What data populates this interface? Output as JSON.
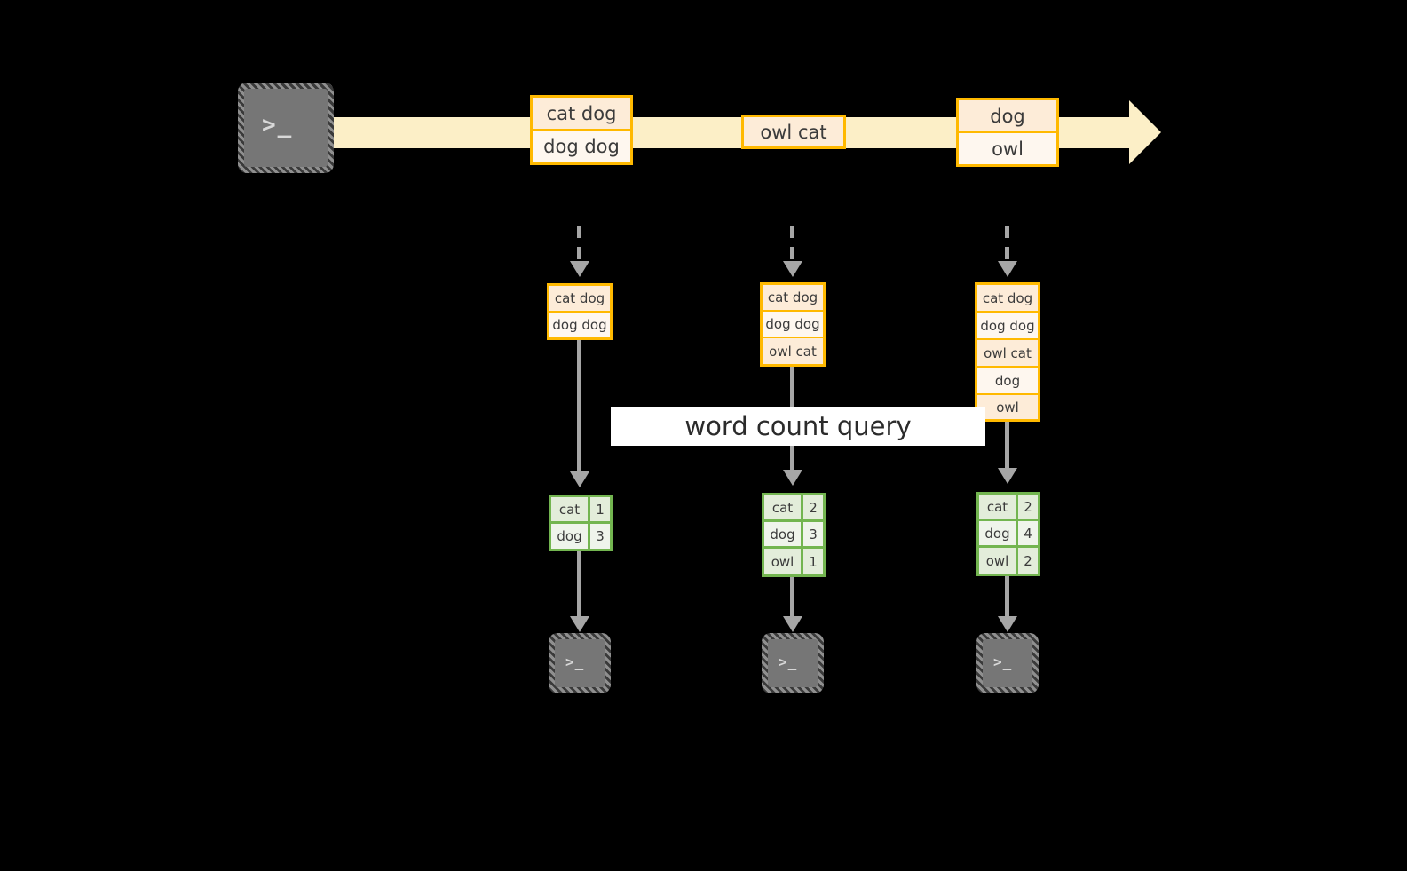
{
  "diagram": {
    "title_label": "word count query",
    "source_icon": "terminal-icon",
    "sink_icon": "terminal-icon",
    "stream": {
      "events": [
        {
          "id": "e1",
          "lines": [
            "cat dog",
            "dog dog"
          ]
        },
        {
          "id": "e2",
          "lines": [
            "owl cat"
          ]
        },
        {
          "id": "e3",
          "lines": [
            "dog",
            "owl"
          ]
        }
      ]
    },
    "snapshots": [
      {
        "id": "s1",
        "lines": [
          "cat dog",
          "dog dog"
        ]
      },
      {
        "id": "s2",
        "lines": [
          "cat dog",
          "dog dog",
          "owl cat"
        ]
      },
      {
        "id": "s3",
        "lines": [
          "cat dog",
          "dog dog",
          "owl cat",
          "dog",
          "owl"
        ]
      }
    ],
    "results": [
      {
        "id": "r1",
        "rows": [
          {
            "word": "cat",
            "count": "1"
          },
          {
            "word": "dog",
            "count": "3"
          }
        ]
      },
      {
        "id": "r2",
        "rows": [
          {
            "word": "cat",
            "count": "2"
          },
          {
            "word": "dog",
            "count": "3"
          },
          {
            "word": "owl",
            "count": "1"
          }
        ]
      },
      {
        "id": "r3",
        "rows": [
          {
            "word": "cat",
            "count": "2"
          },
          {
            "word": "dog",
            "count": "4"
          },
          {
            "word": "owl",
            "count": "2"
          }
        ]
      }
    ],
    "terminal_glyph": ">_",
    "colors": {
      "stream_band": "#FCEFC7",
      "event_border": "#FFB900",
      "event_fill": "#FDECD8",
      "event_fill_alt": "#FEF7EF",
      "result_border": "#73B550",
      "result_fill": "#E3EDDA",
      "result_fill_alt": "#EFF4EB",
      "connector": "#A6A6A6",
      "terminal_body": "#767676",
      "background": "#000000"
    }
  }
}
